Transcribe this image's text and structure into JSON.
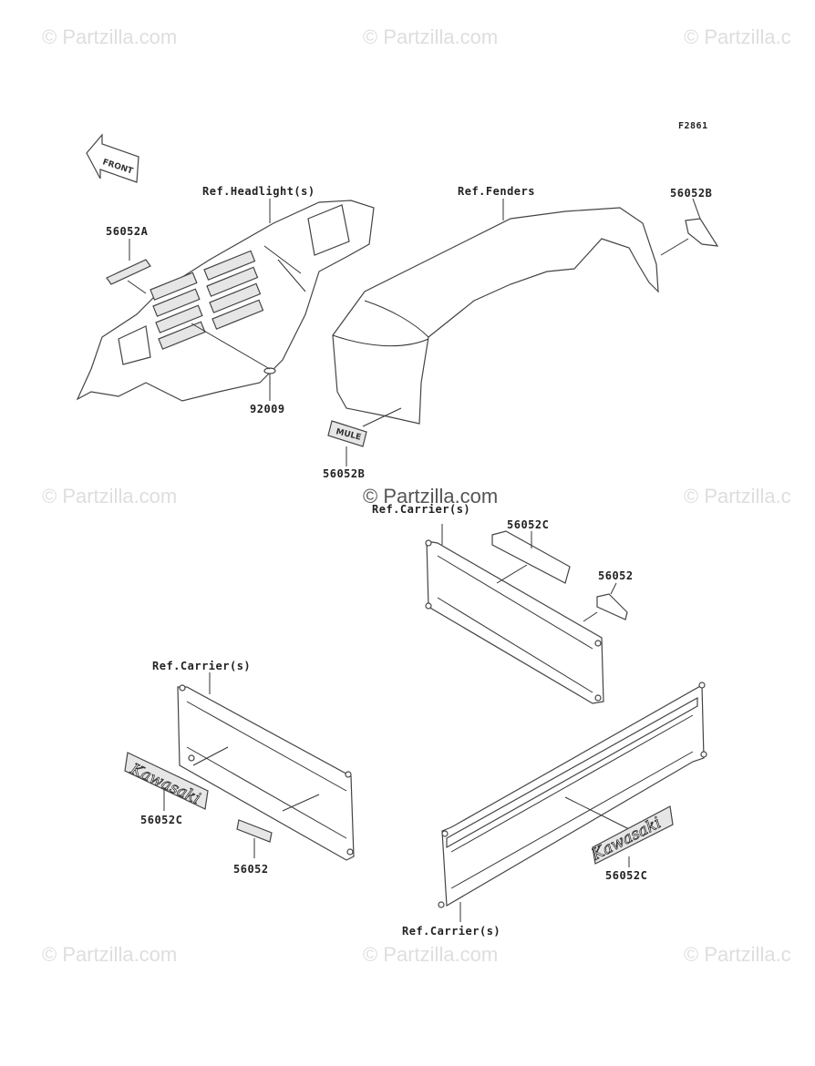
{
  "watermarks": [
    {
      "id": "wm-top-left",
      "text": "© Partzilla.com"
    },
    {
      "id": "wm-top-center",
      "text": "© Partzilla.com"
    },
    {
      "id": "wm-top-right",
      "text": "© Partzilla.c"
    },
    {
      "id": "wm-mid-left",
      "text": "© Partzilla.com"
    },
    {
      "id": "wm-mid-center",
      "text": "© Partzilla.com"
    },
    {
      "id": "wm-mid-right",
      "text": "© Partzilla.c"
    },
    {
      "id": "wm-bot-left",
      "text": "© Partzilla.com"
    },
    {
      "id": "wm-bot-center",
      "text": "© Partzilla.com"
    },
    {
      "id": "wm-bot-right",
      "text": "© Partzilla.c"
    }
  ],
  "figure_code": "F2861",
  "front_arrow_text": "FRONT",
  "labels": {
    "ref_headlights": "Ref.Headlight(s)",
    "ref_fenders": "Ref.Fenders",
    "part_56052b_top": "56052B",
    "part_56052a": "56052A",
    "part_92009": "92009",
    "part_56052b_mid": "56052B",
    "ref_carrier_top": "Ref.Carrier(s)",
    "part_56052c_top": "56052C",
    "part_56052_right": "56052",
    "ref_carrier_left": "Ref.Carrier(s)",
    "part_56052c_left": "56052C",
    "part_56052_bottom": "56052",
    "part_56052c_right": "56052C",
    "ref_carrier_bottom": "Ref.Carrier(s)"
  },
  "decals": {
    "mule": "MULE",
    "kawasaki_left": "Kawasaki",
    "kawasaki_right": "Kawasaki"
  }
}
